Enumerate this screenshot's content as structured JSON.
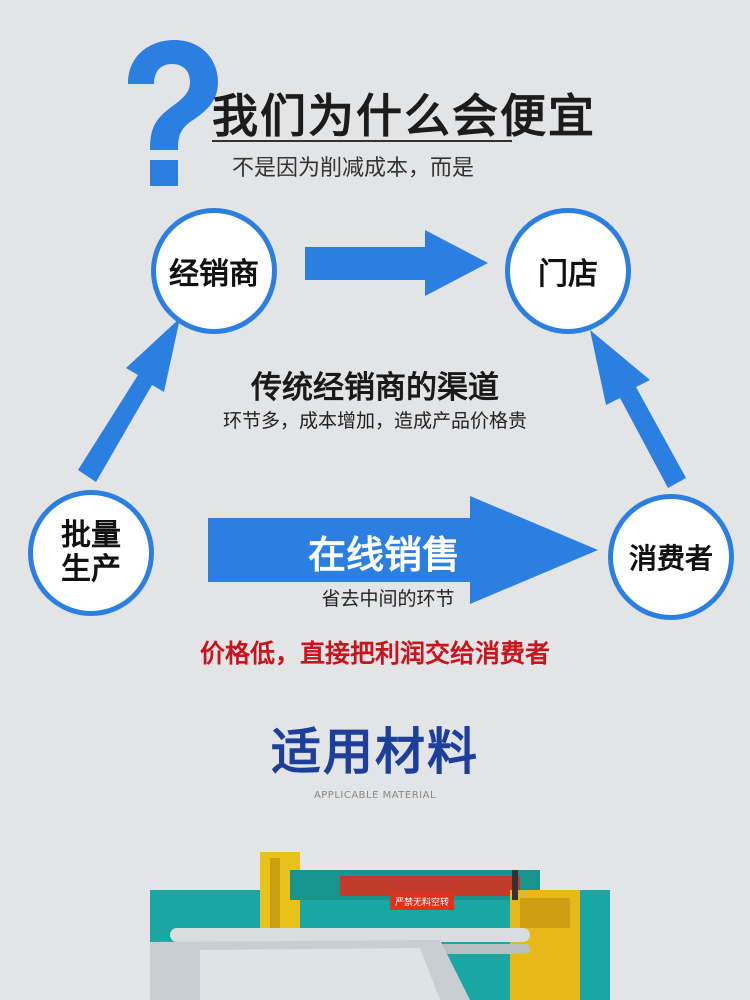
{
  "header": {
    "title": "我们为什么会便宜",
    "subtitle": "不是因为削减成本，而是"
  },
  "nodes": {
    "distributor": "经销商",
    "store": "门店",
    "batch_line1": "批量",
    "batch_line2": "生产",
    "consumer": "消费者"
  },
  "traditional": {
    "title": "传统经销商的渠道",
    "subtitle": "环节多，成本增加，造成产品价格贵"
  },
  "online": {
    "label": "在线销售",
    "subtitle": "省去中间的环节"
  },
  "slogan": "价格低，直接把利润交给消费者",
  "section": {
    "title": "适用材料",
    "subtitle": "APPLICABLE MATERIAL"
  },
  "machine": {
    "warning_label": "严禁无料空转"
  },
  "colors": {
    "accent_blue": "#2a7fe0",
    "title_blue": "#1d3f9a",
    "slogan_red": "#c9141e"
  }
}
